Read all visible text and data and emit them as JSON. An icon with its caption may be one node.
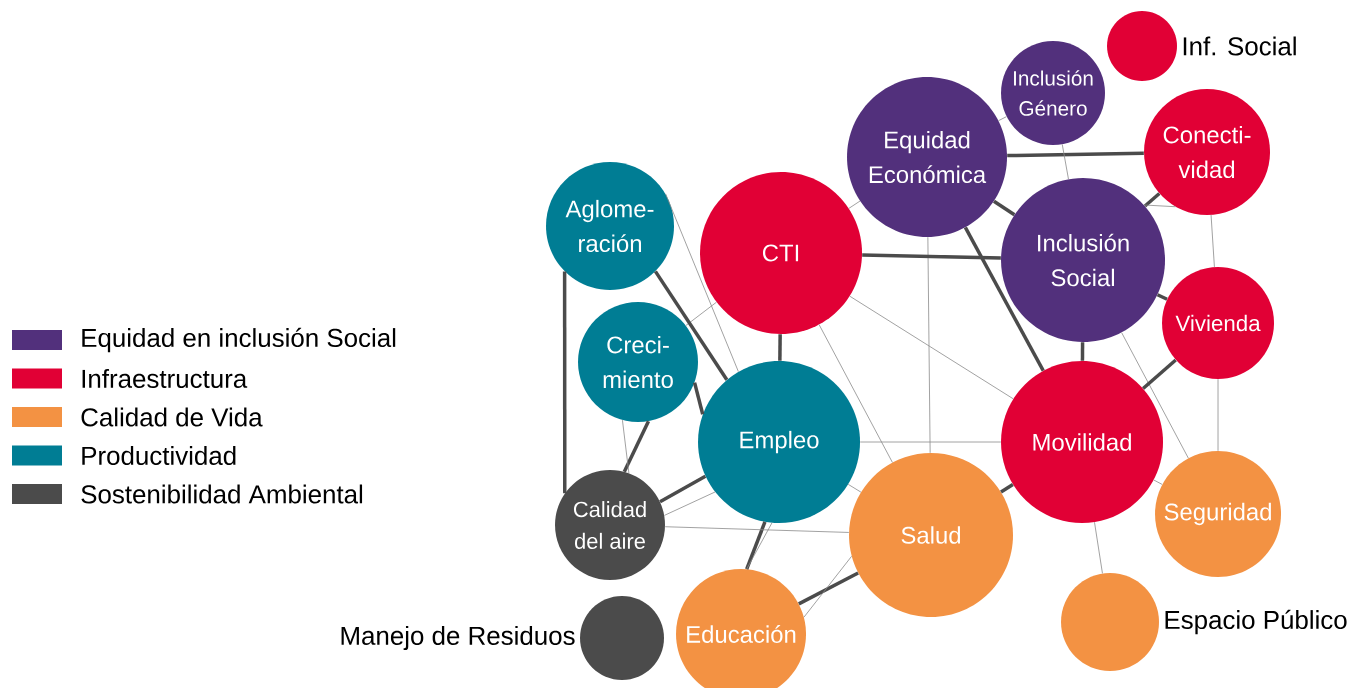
{
  "diagram": {
    "nodes": [
      {
        "text": [
          "Inclusión Género"
        ]
      },
      {
        "text": [],
        "shape": "circle",
        "beside": [
          "Inf. Social"
        ]
      },
      {
        "text": [
          "Equidad Económica"
        ]
      },
      {
        "text": [
          "Conecti- vidad"
        ]
      },
      {
        "text": [
          "Aglome- ración"
        ]
      },
      {
        "text": [
          "CTI"
        ]
      },
      {
        "text": [
          "Inclusión Social"
        ]
      },
      {
        "text": [
          "Creci- miento"
        ]
      },
      {
        "text": [
          "Vivienda"
        ]
      },
      {
        "text": [
          "Empleo"
        ]
      },
      {
        "text": [
          "Movilidad"
        ]
      },
      {
        "text": [
          "Calidad del aire"
        ]
      },
      {
        "text": [
          "Salud"
        ]
      },
      {
        "text": [
          "Seguridad"
        ]
      },
      {
        "text": [],
        "shape": "circle",
        "beside": [
          "Manejo de Residuos"
        ]
      },
      {
        "text": [],
        "shape": "circle",
        "beside": [
          "Espacio Público"
        ]
      },
      {
        "text": [
          "Educación"
        ]
      }
    ],
    "edges": [
      {
        "from": 2,
        "to": 0,
        "arrow": "none"
      },
      {
        "from": 2,
        "to": 3,
        "arrow": "none",
        "style": "thick"
      },
      {
        "from": 2,
        "to": 5,
        "arrow": "none"
      },
      {
        "from": 2,
        "to": 6,
        "arrow": "none",
        "style": "thick"
      },
      {
        "from": 2,
        "to": 10,
        "arrow": "none",
        "style": "thick"
      },
      {
        "from": 2,
        "to": 12,
        "arrow": "none"
      },
      {
        "from": 0,
        "to": 6,
        "arrow": "none"
      },
      {
        "from": 3,
        "to": 6,
        "arrow": "none",
        "style": "thick"
      },
      {
        "from": 3,
        "to": 8,
        "arrow": "none"
      },
      {
        "from": 5,
        "to": 6,
        "arrow": "none",
        "style": "thick"
      },
      {
        "from": 5,
        "to": 7,
        "arrow": "none"
      },
      {
        "from": 5,
        "to": 9,
        "arrow": "none",
        "style": "thick"
      },
      {
        "from": 5,
        "to": 10,
        "arrow": "none"
      },
      {
        "from": 5,
        "to": 12,
        "arrow": "none"
      },
      {
        "from": 4,
        "to": 9,
        "arrow": "none",
        "style": "thick"
      },
      {
        "from": 4,
        "to": 11,
        "arrow": "none",
        "style": "thick"
      },
      {
        "from": 6,
        "to": 8,
        "arrow": "none",
        "style": "thick"
      },
      {
        "from": 6,
        "to": 10,
        "arrow": "none",
        "style": "thick"
      },
      {
        "from": 6,
        "to": 13,
        "arrow": "none"
      },
      {
        "from": 7,
        "to": 9,
        "arrow": "none",
        "style": "thick"
      },
      {
        "from": 7,
        "to": 11,
        "arrow": "none",
        "style": "thick"
      },
      {
        "from": 8,
        "to": 10,
        "arrow": "none",
        "style": "thick"
      },
      {
        "from": 8,
        "to": 13,
        "arrow": "none"
      },
      {
        "from": 9,
        "to": 10,
        "arrow": "none"
      },
      {
        "from": 9,
        "to": 11,
        "arrow": "none",
        "style": "thick"
      },
      {
        "from": 9,
        "to": 12,
        "arrow": "none"
      },
      {
        "from": 9,
        "to": 16,
        "arrow": "none",
        "style": "thick"
      },
      {
        "from": 10,
        "to": 12,
        "arrow": "none",
        "style": "thick"
      },
      {
        "from": 10,
        "to": 13,
        "arrow": "none"
      },
      {
        "from": 10,
        "to": 15,
        "arrow": "none"
      },
      {
        "from": 11,
        "to": 12,
        "arrow": "none"
      },
      {
        "from": 12,
        "to": 16,
        "arrow": "none",
        "style": "thick"
      },
      {
        "from": 4,
        "to": 9,
        "arrow": "none"
      },
      {
        "from": 7,
        "to": 11,
        "arrow": "none"
      },
      {
        "from": 9,
        "to": 11,
        "arrow": "none"
      },
      {
        "from": 9,
        "to": 16,
        "arrow": "none"
      },
      {
        "from": 16,
        "to": 12,
        "arrow": "none"
      },
      {
        "from": 3,
        "to": 6,
        "arrow": "none"
      }
    ],
    "legend": [
      {
        "text": "Equidad en inclusión Social",
        "color": "#52307c"
      },
      {
        "text": "Infraestructura",
        "color": "#e10035"
      },
      {
        "text": "Calidad de Vida",
        "color": "#f39243"
      },
      {
        "text": "Productividad",
        "color": "#007d94"
      },
      {
        "text": "Sostenibilidad Ambiental",
        "color": "#4b4b4b"
      }
    ]
  }
}
